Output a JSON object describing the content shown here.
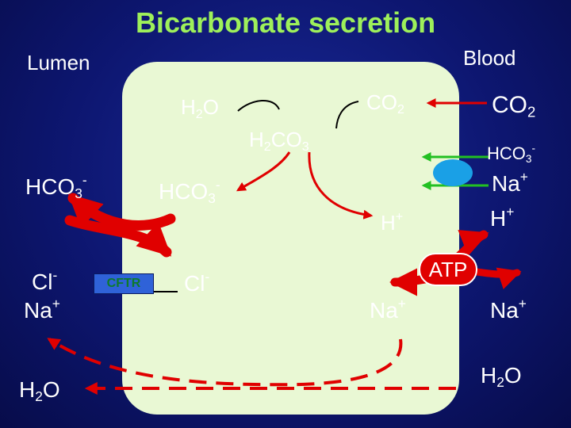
{
  "title": "Bicarbonate secretion",
  "labels": {
    "lumen": "Lumen",
    "blood": "Blood",
    "cftr": "CFTR",
    "atp": "ATP"
  },
  "species": {
    "h2o_cell": {
      "main": "H",
      "sub": "2",
      "rest": "O"
    },
    "h2co3": {
      "main": "H",
      "sub": "2",
      "rest": "CO",
      "sub2": "3"
    },
    "co2_cell": {
      "main": "CO",
      "sub": "2"
    },
    "co2_blood": {
      "main": "CO",
      "sub": "2"
    },
    "hco3_blood": {
      "main": "HCO",
      "sub": "3",
      "sup": "-"
    },
    "na_blood_top": {
      "main": "Na",
      "sup": "+"
    },
    "h_blood": {
      "main": "H",
      "sup": "+"
    },
    "h_cell": {
      "main": "H",
      "sup": "+"
    },
    "hco3_lumen": {
      "main": "HCO",
      "sub": "3",
      "sup": "-"
    },
    "hco3_cell": {
      "main": "HCO",
      "sub": "3",
      "sup": "-"
    },
    "cl_lumen": {
      "main": "Cl",
      "sup": "-"
    },
    "na_lumen": {
      "main": "Na",
      "sup": "+"
    },
    "cl_cell": {
      "main": "Cl",
      "sup": "-"
    },
    "na_cell": {
      "main": "Na",
      "sup": "+"
    },
    "na_blood_bottom": {
      "main": "Na",
      "sup": "+"
    },
    "h2o_lumen": {
      "main": "H",
      "sub": "2",
      "rest": "O"
    },
    "h2o_blood": {
      "main": "H",
      "sub": "2",
      "rest": "O"
    }
  },
  "colors": {
    "background": "#0d1670",
    "cell": "#e9f8d4",
    "title": "#9ef05a",
    "arrow_red": "#e00000",
    "arrow_green": "#22c022",
    "cftr": "#2f62d8",
    "pump": "#1aa0e6"
  }
}
